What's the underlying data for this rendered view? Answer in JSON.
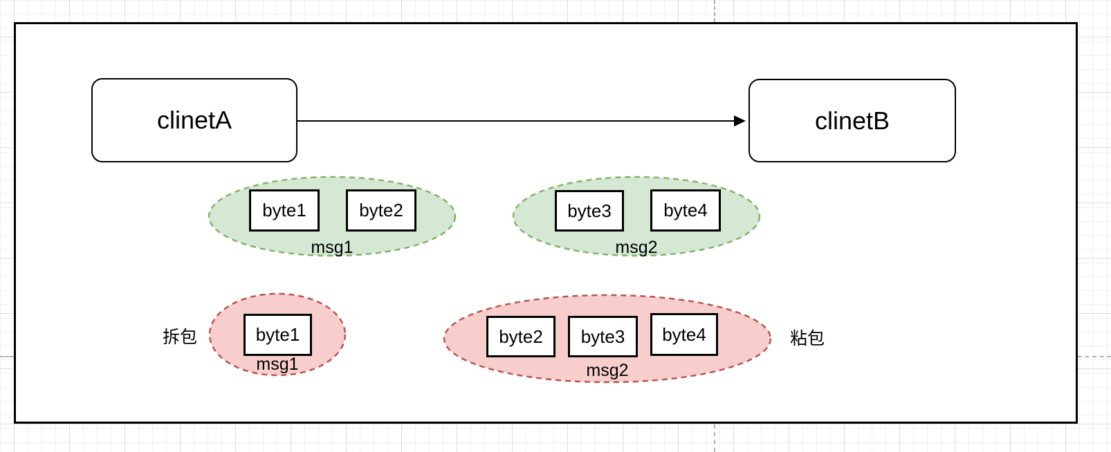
{
  "page": {
    "background": {
      "grid_minor_color": "#f0f0f0",
      "grid_major_color": "#dcdcdc",
      "page_break_color": "#b0b0b0"
    },
    "frame": {
      "fill": "#ffffff",
      "border_color": "#000000"
    }
  },
  "diagram": {
    "nodes": [
      {
        "label": "clinetA"
      },
      {
        "label": "clinetB"
      }
    ],
    "edge": {
      "type": "arrow",
      "from": "clinetA",
      "to": "clinetB"
    },
    "groups": [
      {
        "label": "msg1",
        "bytes": [
          "byte1",
          "byte2"
        ],
        "fill": "#d5e8d4",
        "stroke": "#82b366"
      },
      {
        "label": "msg2",
        "bytes": [
          "byte3",
          "byte4"
        ],
        "fill": "#d5e8d4",
        "stroke": "#82b366"
      },
      {
        "label": "msg1",
        "bytes": [
          "byte1"
        ],
        "fill": "#f8cecc",
        "stroke": "#b85450",
        "annotation": "拆包"
      },
      {
        "label": "msg2",
        "bytes": [
          "byte2",
          "byte3",
          "byte4"
        ],
        "fill": "#f8cecc",
        "stroke": "#b85450",
        "annotation": "粘包"
      }
    ]
  }
}
